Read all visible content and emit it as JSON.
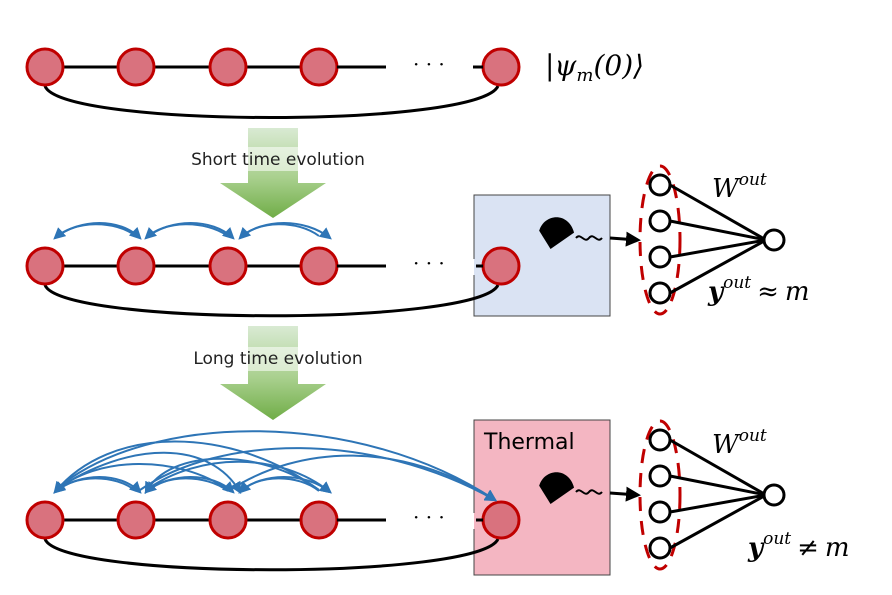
{
  "top_state": {
    "ket": "|ψ",
    "sub": "m",
    "arg": "(0)⟩"
  },
  "ellipsis": "· · ·",
  "evolution_short": {
    "label": "Short time evolution"
  },
  "evolution_long": {
    "label": "Long time evolution"
  },
  "readout_short": {
    "weight_base": "W",
    "weight_sup": "out",
    "output_base": "y",
    "output_sup": "out",
    "relation": "≈",
    "target": "m"
  },
  "readout_long": {
    "box_label": "Thermal",
    "weight_base": "W",
    "weight_sup": "out",
    "output_base": "y",
    "output_sup": "out",
    "relation": "≠",
    "target": "m"
  },
  "colors": {
    "site_fill": "#d9727e",
    "site_stroke": "#c00000",
    "coupling": "#2e75b6",
    "arrow_green": "#70ad47",
    "box_blue": "#dae3f3",
    "box_pink": "#f4b6c2",
    "dash_red": "#c00000"
  },
  "icons": [
    "detector-icon",
    "arrow-right-icon",
    "block-down-arrow-icon"
  ]
}
